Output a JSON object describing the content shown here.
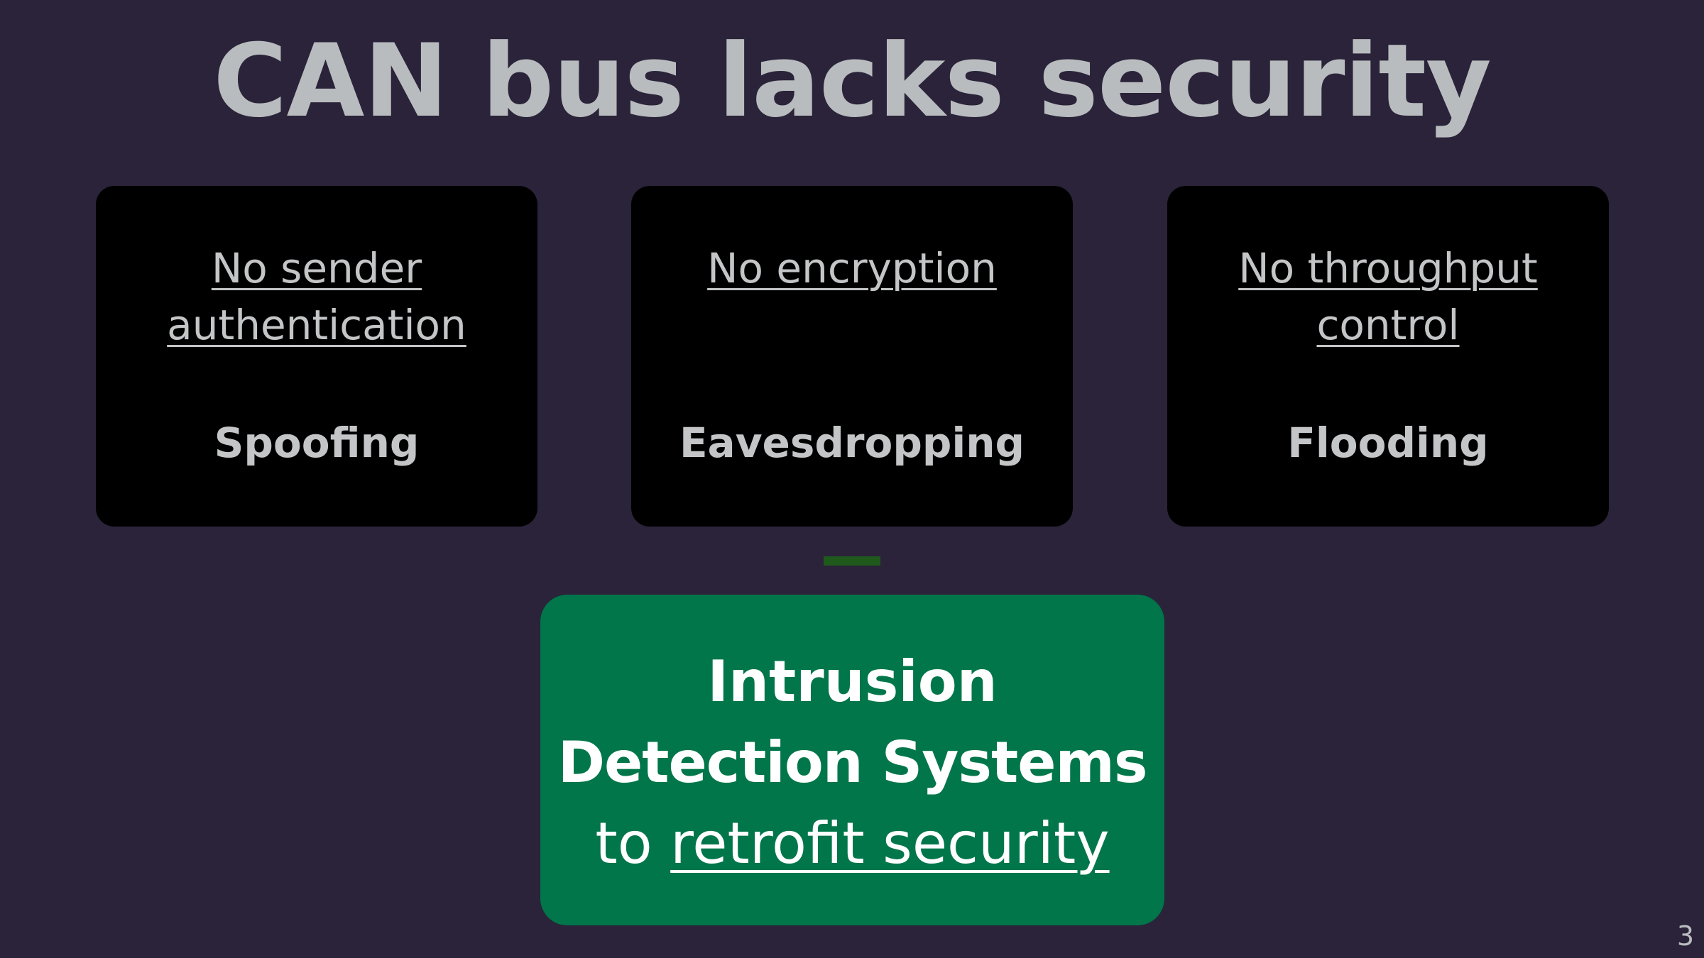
{
  "title": "CAN bus lacks security",
  "cards": [
    {
      "heading": "No sender authentication",
      "consequence": "Spoofing"
    },
    {
      "heading": "No encryption",
      "consequence": "Eavesdropping"
    },
    {
      "heading": "No throughput control",
      "consequence": "Flooding"
    }
  ],
  "solution": {
    "line1": "Intrusion",
    "line2": "Detection Systems",
    "line3_prefix": "to ",
    "line3_link": "retrofit security"
  },
  "page_number": "3",
  "colors": {
    "background": "#2a2339",
    "card": "#000000",
    "solution_box": "#00764a",
    "connector": "#1f5a1c",
    "title_text": "#b9bcbf"
  }
}
